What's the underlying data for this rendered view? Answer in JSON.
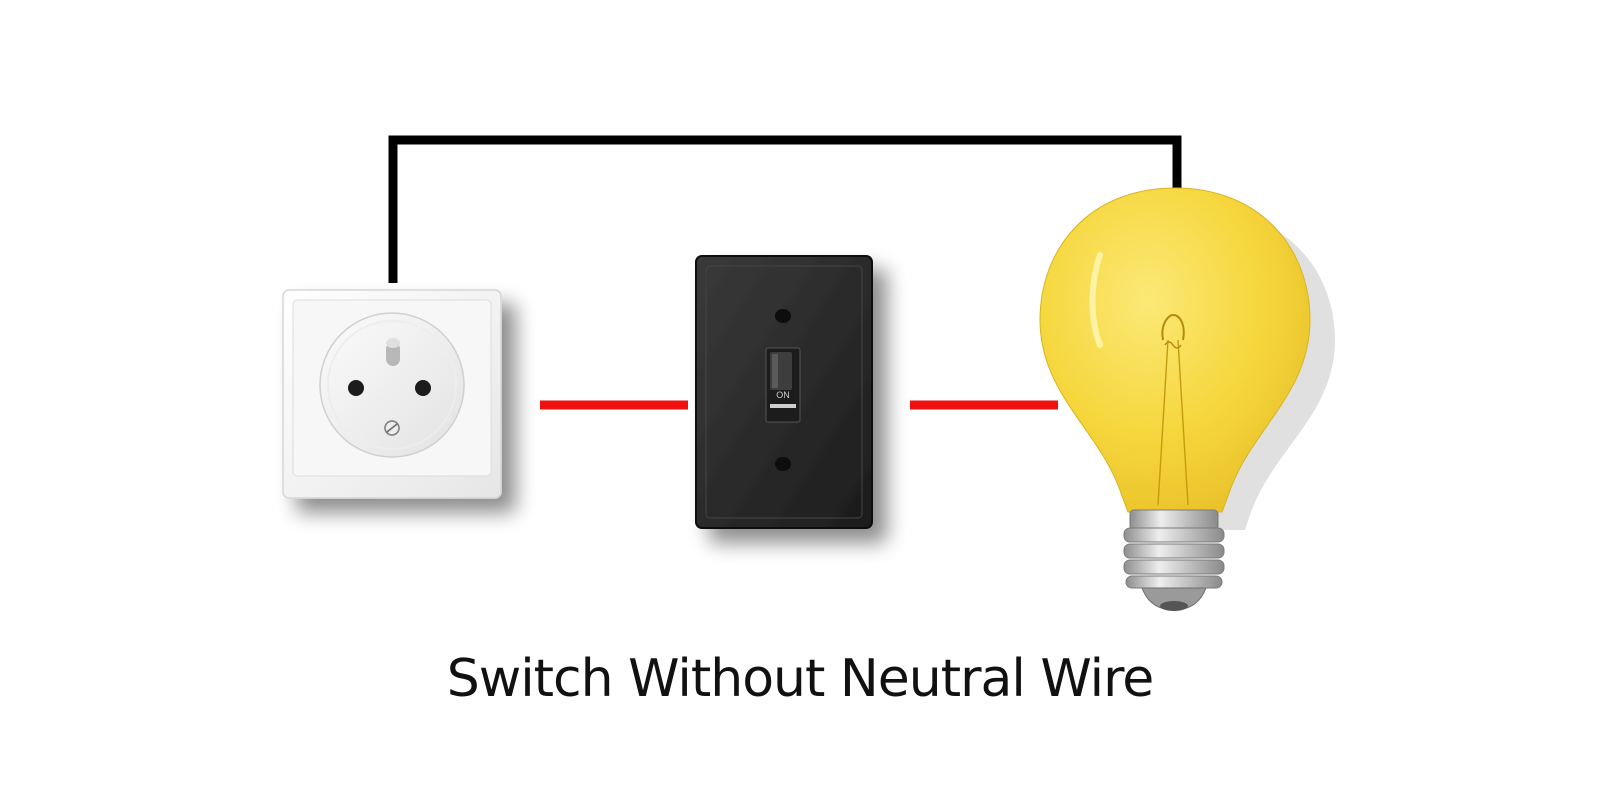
{
  "diagram": {
    "caption": "Switch Without Neutral Wire",
    "switch_state_label": "ON",
    "components": [
      {
        "id": "outlet",
        "icon": "wall-outlet-icon"
      },
      {
        "id": "switch",
        "icon": "toggle-switch-icon"
      },
      {
        "id": "bulb",
        "icon": "light-bulb-icon"
      }
    ],
    "colors": {
      "hot_wire": "#000000",
      "switched_wire": "#ee1111",
      "bulb_glass": "#f5d63a",
      "switch_plate": "#262626",
      "outlet_plate": "#f4f4f4",
      "background": "#ffffff"
    }
  }
}
